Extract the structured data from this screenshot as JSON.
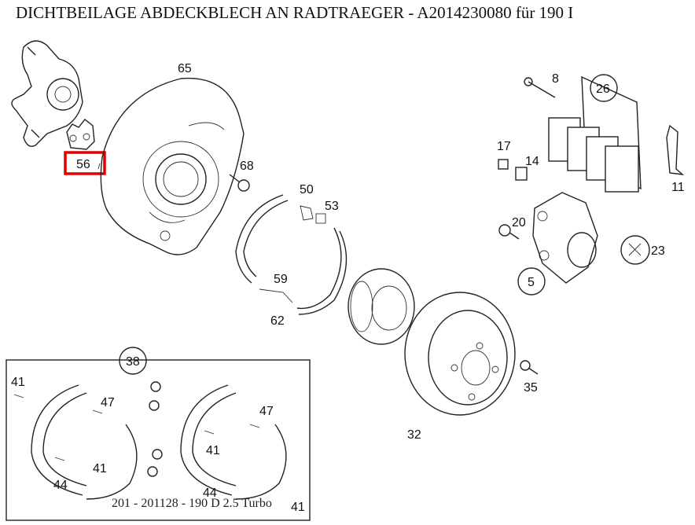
{
  "title": "DICHTBEILAGE ABDECKBLECH AN RADTRAEGER - A2014230080 für 190 I",
  "footer": "201 - 201128 - 190 D 2.5 Turbo",
  "highlight_color": "#e00000",
  "highlighted_part": "56",
  "part_labels": {
    "p5": "5",
    "p8": "8",
    "p11": "11",
    "p14": "14",
    "p17": "17",
    "p20": "20",
    "p23": "23",
    "p26": "26",
    "p32": "32",
    "p35": "35",
    "p38": "38",
    "p41a": "41",
    "p41b": "41",
    "p41c": "41",
    "p41d": "41",
    "p44a": "44",
    "p44b": "44",
    "p47a": "47",
    "p47b": "47",
    "p50": "50",
    "p53": "53",
    "p56": "56",
    "p59": "59",
    "p62": "62",
    "p65": "65",
    "p68": "68"
  }
}
